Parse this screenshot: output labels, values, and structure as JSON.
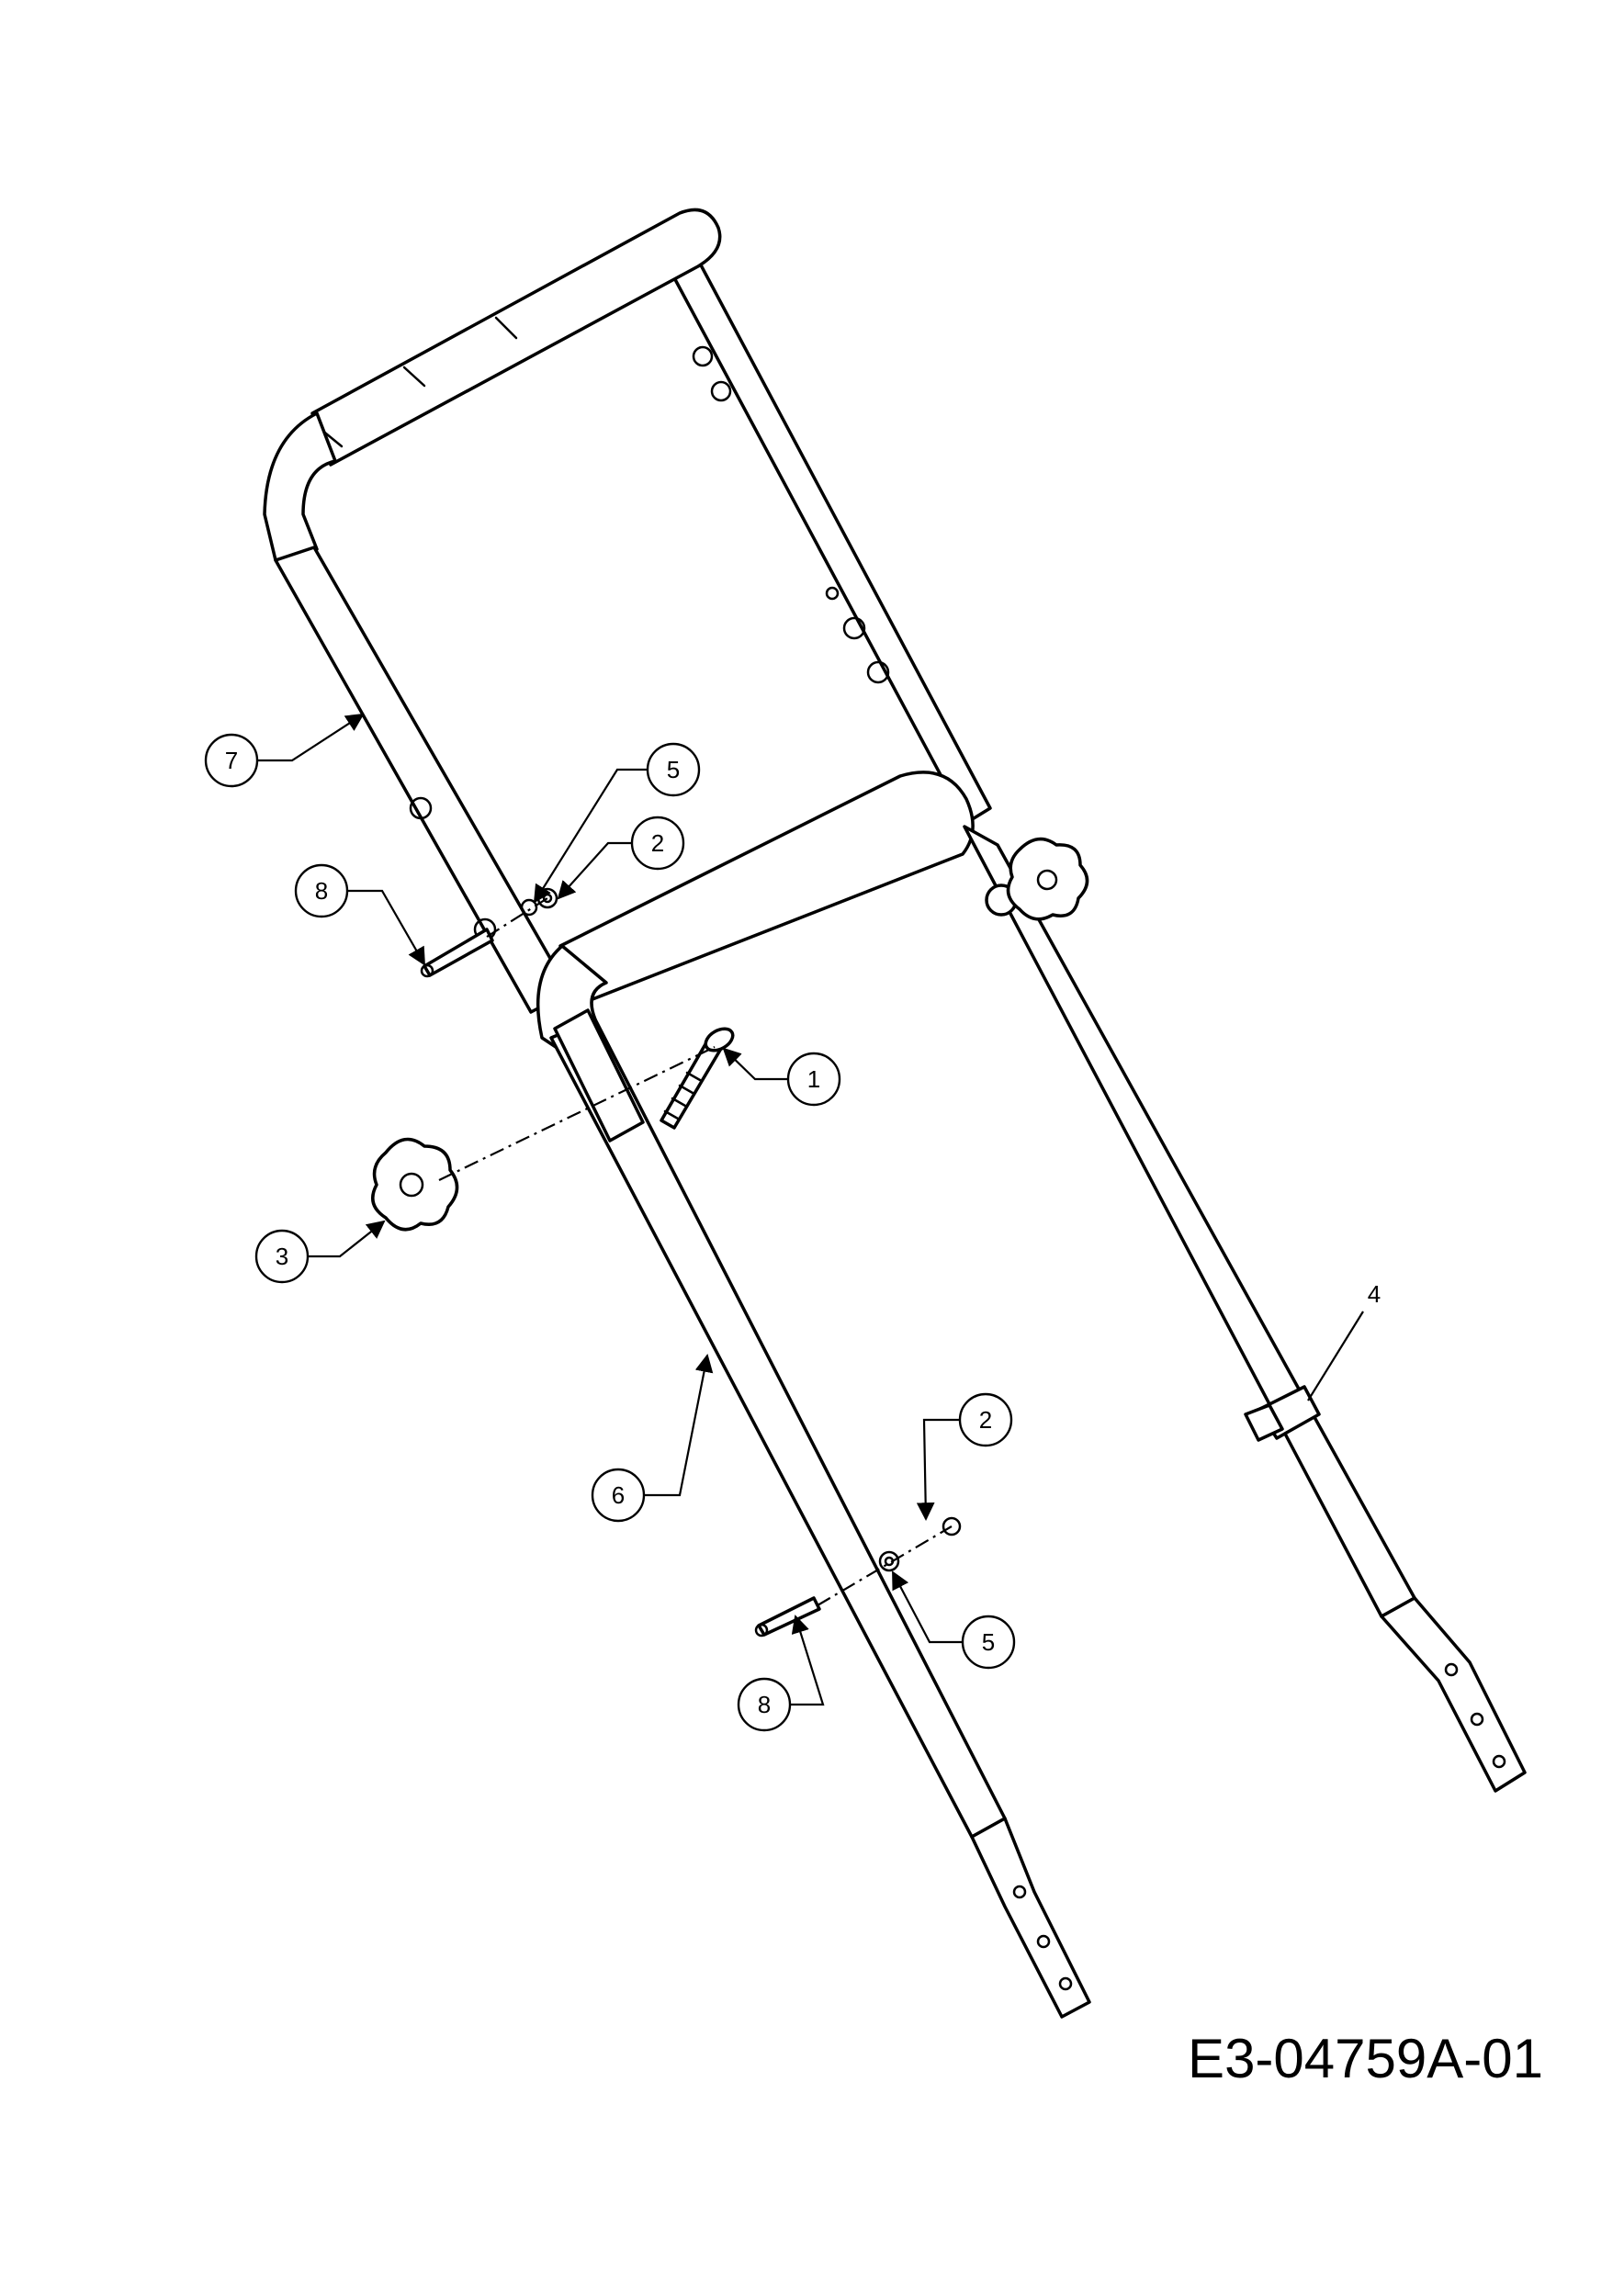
{
  "drawing_number": "E3-04759A-01",
  "callouts": [
    {
      "id": "c7",
      "label": "7"
    },
    {
      "id": "c5a",
      "label": "5"
    },
    {
      "id": "c2a",
      "label": "2"
    },
    {
      "id": "c8a",
      "label": "8"
    },
    {
      "id": "c1",
      "label": "1"
    },
    {
      "id": "c3",
      "label": "3"
    },
    {
      "id": "c4",
      "label": "4"
    },
    {
      "id": "c2b",
      "label": "2"
    },
    {
      "id": "c6",
      "label": "6"
    },
    {
      "id": "c5b",
      "label": "5"
    },
    {
      "id": "c8b",
      "label": "8"
    }
  ],
  "colors": {
    "line": "#000000",
    "background": "#ffffff"
  }
}
